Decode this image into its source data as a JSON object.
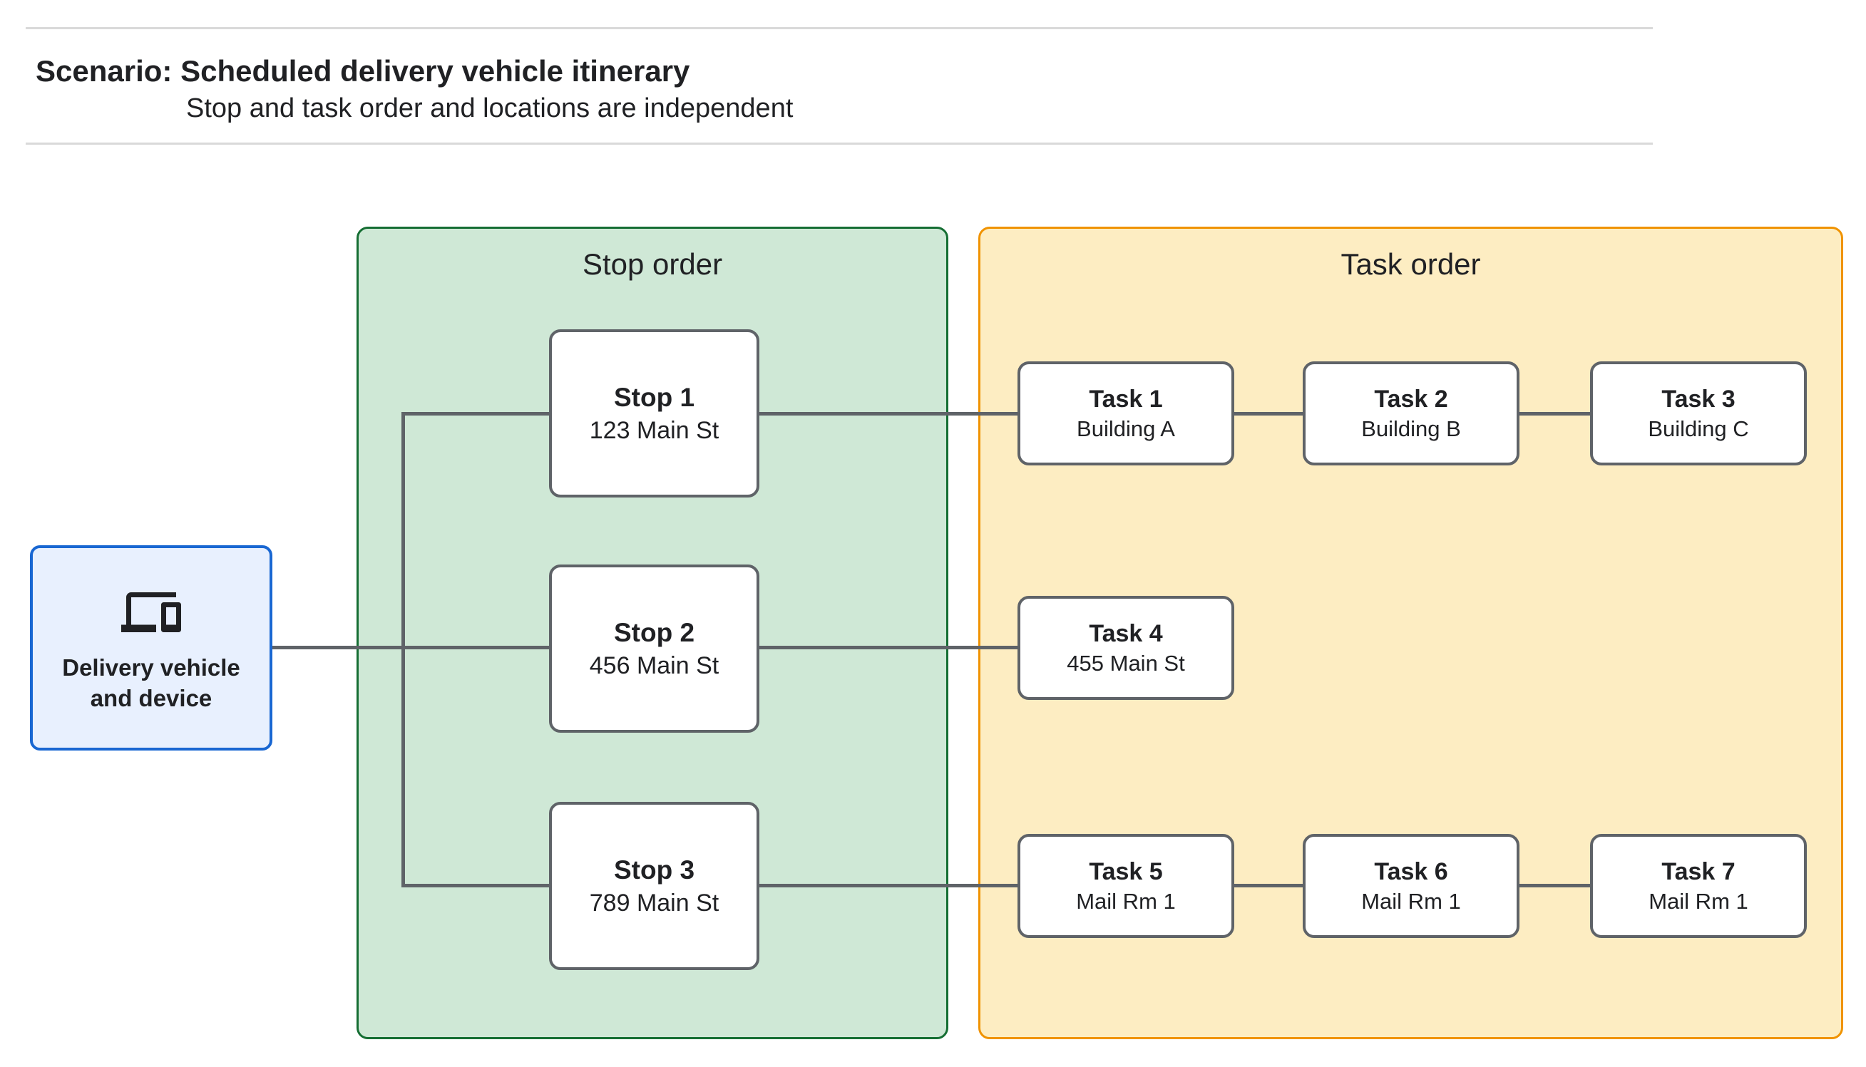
{
  "header": {
    "title": "Scenario: Scheduled delivery vehicle itinerary",
    "subtitle": "Stop and task order and locations are independent"
  },
  "delivery": {
    "label": "Delivery vehicle and device",
    "icon": "devices-icon"
  },
  "panels": {
    "stop": {
      "title": "Stop order"
    },
    "task": {
      "title": "Task order"
    }
  },
  "stops": [
    {
      "title": "Stop 1",
      "subtitle": "123 Main St"
    },
    {
      "title": "Stop 2",
      "subtitle": "456 Main St"
    },
    {
      "title": "Stop 3",
      "subtitle": "789 Main St"
    }
  ],
  "tasks": [
    {
      "title": "Task 1",
      "subtitle": "Building A"
    },
    {
      "title": "Task 2",
      "subtitle": "Building B"
    },
    {
      "title": "Task 3",
      "subtitle": "Building C"
    },
    {
      "title": "Task 4",
      "subtitle": "455 Main St"
    },
    {
      "title": "Task 5",
      "subtitle": "Mail Rm 1"
    },
    {
      "title": "Task 6",
      "subtitle": "Mail Rm 1"
    },
    {
      "title": "Task 7",
      "subtitle": "Mail Rm 1"
    }
  ],
  "colors": {
    "page-bg": "#ffffff",
    "rule": "#d9d9d9",
    "text": "#202124",
    "line": "#5f6368",
    "node-border": "#5f6368",
    "node-bg": "#ffffff",
    "delivery-bg": "#e8f0fe",
    "delivery-border": "#1967d2",
    "stop-panel-bg": "#cfe8d6",
    "stop-panel-border": "#156e33",
    "task-panel-bg": "#fdedc2",
    "task-panel-border": "#f09300"
  }
}
